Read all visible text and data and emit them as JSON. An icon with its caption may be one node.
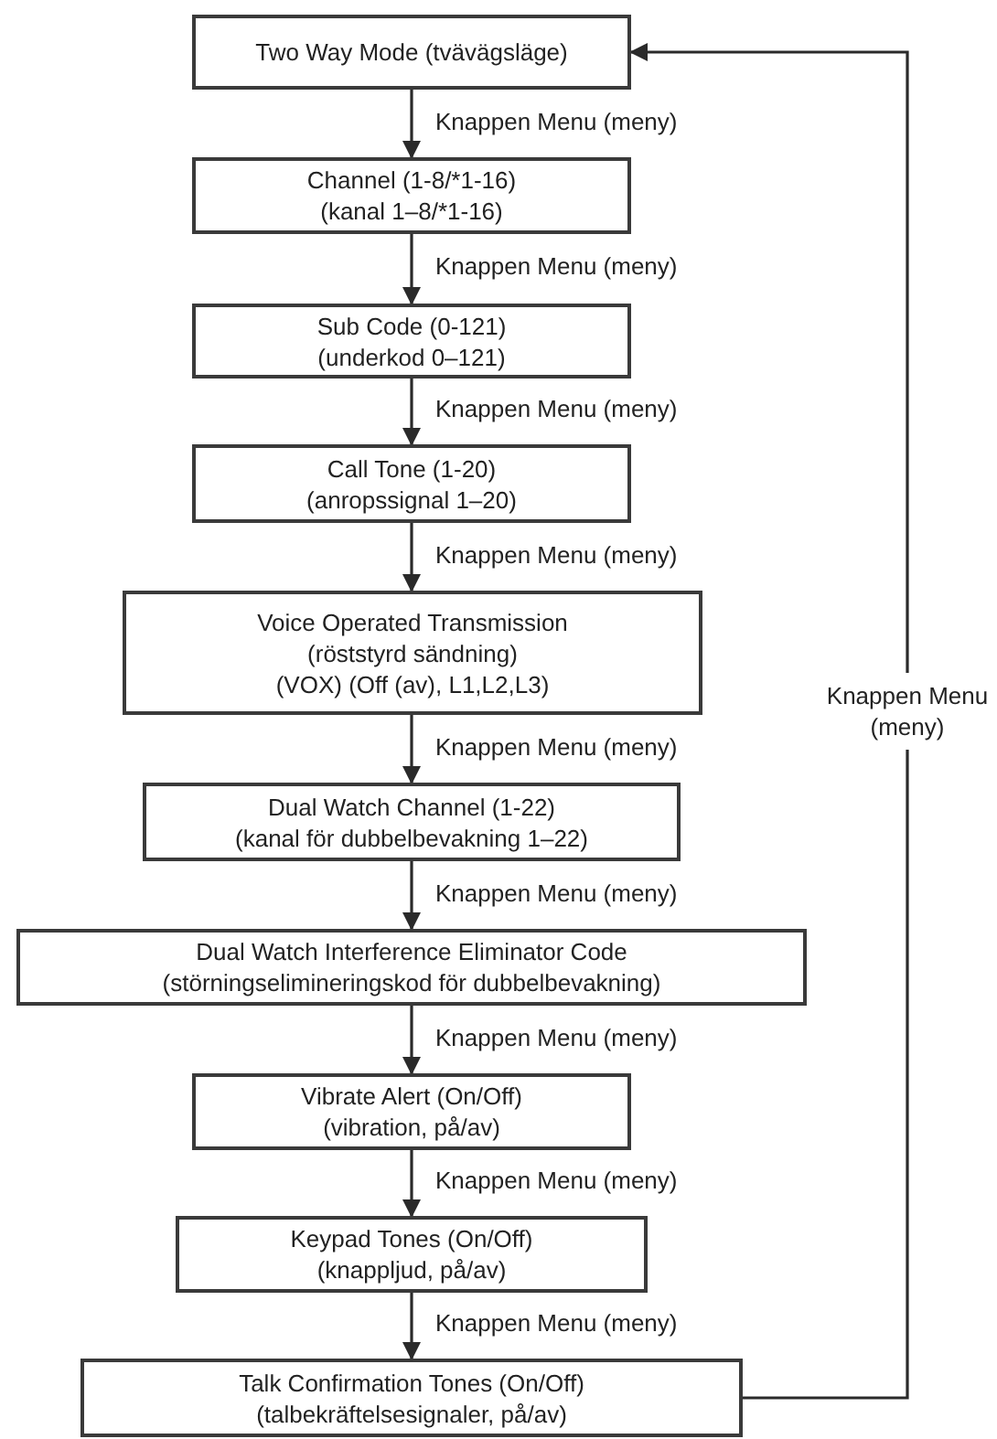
{
  "diagram": {
    "nodes": [
      {
        "text": [
          "Two Way Mode (tvävägsläge)"
        ]
      },
      {
        "text": [
          "Channel (1-8/*1-16)",
          "(kanal 1–8/*1-16)"
        ]
      },
      {
        "text": [
          "Sub Code (0-121)",
          "(underkod 0–121)"
        ]
      },
      {
        "text": [
          "Call Tone (1-20)",
          "(anropssignal 1–20)"
        ]
      },
      {
        "text": [
          "Voice Operated Transmission",
          "(röststyrd sändning)",
          "(VOX) (Off (av), L1,L2,L3)"
        ]
      },
      {
        "text": [
          "Dual Watch Channel (1-22)",
          "(kanal för dubbelbevakning 1–22)"
        ]
      },
      {
        "text": [
          "Dual Watch Interference Eliminator Code",
          "(störningselimineringskod för dubbelbevakning)"
        ]
      },
      {
        "text": [
          "Vibrate Alert (On/Off)",
          "(vibration, på/av)"
        ]
      },
      {
        "text": [
          "Keypad Tones (On/Off)",
          "(knappljud, på/av)"
        ]
      },
      {
        "text": [
          "Talk Confirmation Tones (On/Off)",
          "(talbekräftelsesignaler, på/av)"
        ]
      }
    ],
    "edges": [
      {
        "from": 0,
        "to": 1,
        "arrow": "to",
        "label": "Knappen Menu (meny)"
      },
      {
        "from": 1,
        "to": 2,
        "arrow": "to",
        "label": "Knappen Menu (meny)"
      },
      {
        "from": 2,
        "to": 3,
        "arrow": "to",
        "label": "Knappen Menu (meny)"
      },
      {
        "from": 3,
        "to": 4,
        "arrow": "to",
        "label": "Knappen Menu (meny)"
      },
      {
        "from": 4,
        "to": 5,
        "arrow": "to",
        "label": "Knappen Menu (meny)"
      },
      {
        "from": 5,
        "to": 6,
        "arrow": "to",
        "label": "Knappen Menu (meny)"
      },
      {
        "from": 6,
        "to": 7,
        "arrow": "to",
        "label": "Knappen Menu (meny)"
      },
      {
        "from": 7,
        "to": 8,
        "arrow": "to",
        "label": "Knappen Menu (meny)"
      },
      {
        "from": 8,
        "to": 9,
        "arrow": "to",
        "label": "Knappen Menu (meny)"
      },
      {
        "from": 9,
        "to": 0,
        "arrow": "to",
        "label": "Knappen Menu (meny)"
      }
    ]
  }
}
